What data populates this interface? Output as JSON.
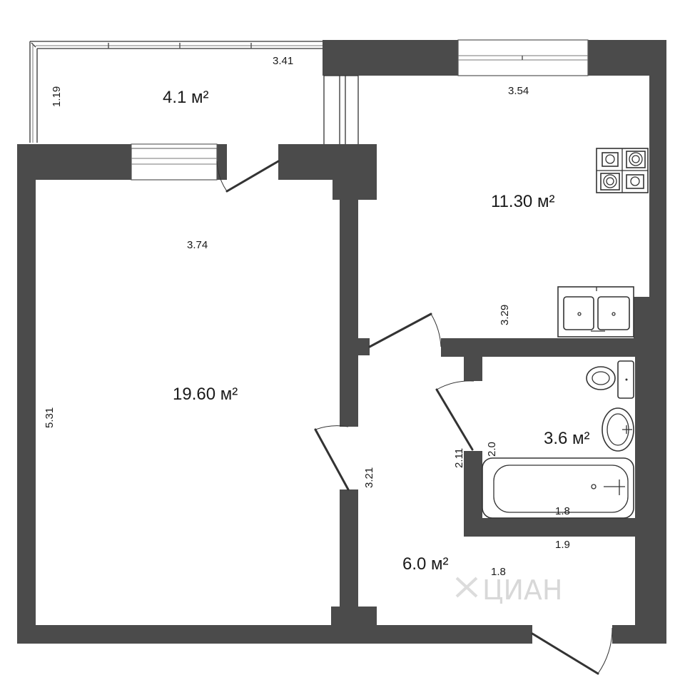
{
  "rooms": {
    "balcony": {
      "area": "4.1 м²",
      "dims": [
        "3.41",
        "1.19"
      ]
    },
    "kitchen": {
      "area": "11.30 м²",
      "dims": [
        "3.54",
        "3.29"
      ]
    },
    "living_room": {
      "area": "19.60 м²",
      "dims": [
        "3.74",
        "5.31"
      ]
    },
    "bathroom": {
      "area": "3.6 м²",
      "dims": [
        "2.0",
        "2.11",
        "1.8"
      ]
    },
    "hallway": {
      "area": "6.0 м²",
      "dims": [
        "3.21",
        "1.9",
        "1.8"
      ]
    }
  },
  "watermark": "ЦИАН",
  "colors": {
    "wall": "#4b4b4b",
    "background": "#ffffff",
    "lines": "#333333"
  }
}
